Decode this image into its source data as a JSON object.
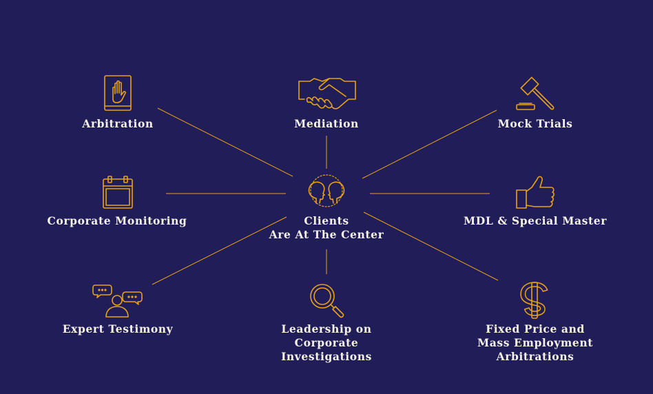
{
  "center": {
    "icon": "two-heads-icon",
    "label_lines": [
      "Clients",
      "Are At The Center"
    ]
  },
  "nodes": [
    {
      "id": "arbitration",
      "icon": "hand-on-book-icon",
      "label_lines": [
        "Arbitration"
      ]
    },
    {
      "id": "mediation",
      "icon": "handshake-icon",
      "label_lines": [
        "Mediation"
      ]
    },
    {
      "id": "mock-trials",
      "icon": "gavel-icon",
      "label_lines": [
        "Mock Trials"
      ]
    },
    {
      "id": "corporate-monitoring",
      "icon": "calendar-icon",
      "label_lines": [
        "Corporate Monitoring"
      ]
    },
    {
      "id": "mdl-special-master",
      "icon": "thumbs-up-icon",
      "label_lines": [
        "MDL & Special Master"
      ]
    },
    {
      "id": "expert-testimony",
      "icon": "speaking-person-icon",
      "label_lines": [
        "Expert Testimony"
      ]
    },
    {
      "id": "leadership-investigations",
      "icon": "magnifier-icon",
      "label_lines": [
        "Leadership on",
        "Corporate",
        "Investigations"
      ]
    },
    {
      "id": "fixed-price-arbitrations",
      "icon": "dollar-sign-icon",
      "label_lines": [
        "Fixed Price and",
        "Mass Employment",
        "Arbitrations"
      ]
    }
  ],
  "colors": {
    "background": "#211d58",
    "accent": "#e8a317",
    "text": "#f4f1e6"
  }
}
